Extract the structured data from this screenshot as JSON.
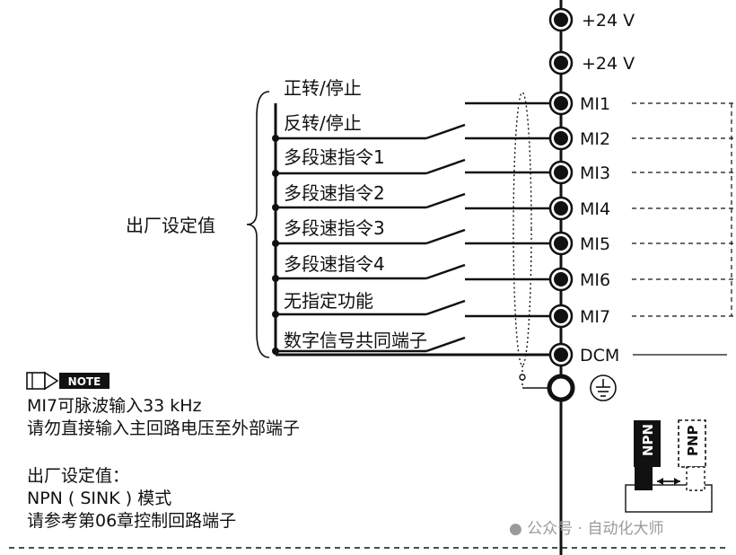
{
  "supply": [
    "+24 V",
    "+24 V"
  ],
  "inputs": [
    {
      "function": "正转/停止",
      "terminal": "MI1"
    },
    {
      "function": "反转/停止",
      "terminal": "MI2"
    },
    {
      "function": "多段速指令1",
      "terminal": "MI3"
    },
    {
      "function": "多段速指令2",
      "terminal": "MI4"
    },
    {
      "function": "多段速指令3",
      "terminal": "MI5"
    },
    {
      "function": "多段速指令4",
      "terminal": "MI6"
    },
    {
      "function": "无指定功能",
      "terminal": "MI7"
    }
  ],
  "common": {
    "function": "数字信号共同端子",
    "terminal": "DCM"
  },
  "factory_setting_label": "出厂设定值",
  "note": {
    "badge": "NOTE",
    "lines": [
      "MI7可脉波输入33 kHz",
      "请勿直接输入主回路电压至外部端子"
    ],
    "lines2": [
      "出厂设定值：",
      "NPN ( SINK ) 模式",
      "请参考第06章控制回路端子"
    ]
  },
  "switch_labels": {
    "npn": "NPN",
    "pnp": "PNP"
  },
  "watermark": "公众号 · 自动化大师",
  "colors": {
    "line": "#111111",
    "watermark": "#9a9a9a"
  }
}
